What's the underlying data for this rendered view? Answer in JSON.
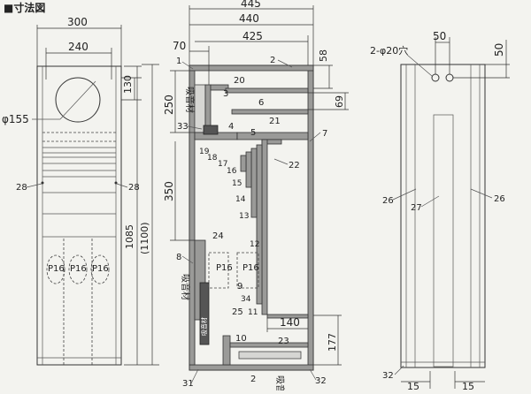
{
  "title": "■寸法図",
  "front": {
    "width_300": "300",
    "width_240": "240",
    "dim_130": "130",
    "hole_phi155": "φ155",
    "height_1085": "1085",
    "height_1100": "(1100)",
    "part_28a": "28",
    "part_28b": "28",
    "p16_labels": [
      "P16",
      "P16",
      "P16"
    ]
  },
  "side": {
    "dim_445": "445",
    "dim_440": "440",
    "dim_425": "425",
    "dim_70": "70",
    "dim_250": "250",
    "dim_350": "350",
    "dim_58": "58",
    "dim_69": "69",
    "dim_140": "140",
    "dim_177": "177",
    "absorb_top": "吸音材",
    "absorb_mid": "吸音材",
    "absorb_bot": "吸音",
    "absorb_tag": "吸音材",
    "p16_labels": [
      "P16",
      "P16"
    ],
    "parts": [
      "1",
      "2",
      "3",
      "20",
      "6",
      "21",
      "33",
      "4",
      "5",
      "7",
      "19",
      "18",
      "17",
      "16",
      "15",
      "22",
      "14",
      "13",
      "12",
      "24",
      "8",
      "9",
      "25",
      "34",
      "11",
      "10",
      "23",
      "2",
      "31",
      "32"
    ]
  },
  "back": {
    "dim_50_top": "50",
    "dim_50_right": "50",
    "holes": "2-φ20穴",
    "part_26a": "26",
    "part_27": "27",
    "part_26b": "26",
    "part_32": "32",
    "dim_15a": "15",
    "dim_15b": "15"
  }
}
